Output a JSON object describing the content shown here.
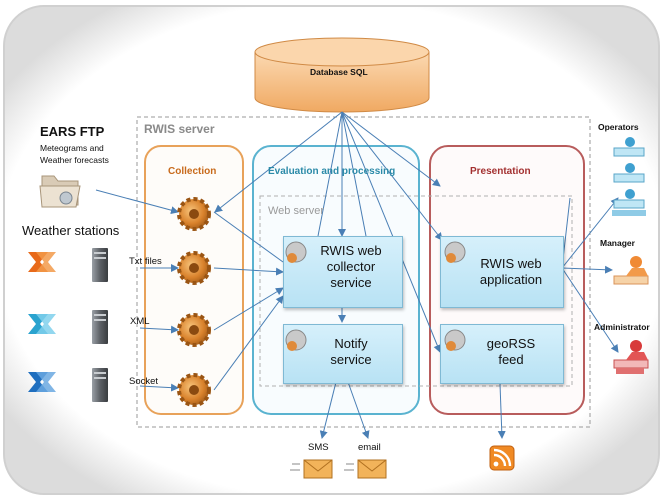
{
  "database": {
    "label": "Database SQL"
  },
  "rwis_server": {
    "label": "RWIS server"
  },
  "web_server": {
    "label": "Web server"
  },
  "ears_ftp": {
    "title": "EARS FTP",
    "subtitle_line1": "Meteograms and",
    "subtitle_line2": "Weather forecasts"
  },
  "weather_stations": {
    "title": "Weather stations"
  },
  "inputs": [
    {
      "label": "Txt files"
    },
    {
      "label": "XML"
    },
    {
      "label": "Socket"
    }
  ],
  "sections": {
    "collection": "Collection",
    "evaluation": "Evaluation and processing",
    "presentation": "Presentation"
  },
  "services": {
    "collector_line1": "RWIS web",
    "collector_line2": "collector",
    "collector_line3": "service",
    "notify_line1": "Notify",
    "notify_line2": "service",
    "webapp_line1": "RWIS web",
    "webapp_line2": "application",
    "georss_line1": "geoRSS",
    "georss_line2": "feed"
  },
  "outputs": {
    "sms": "SMS",
    "email": "email"
  },
  "roles": {
    "operators": "Operators",
    "manager": "Manager",
    "administrator": "Administrator"
  },
  "colors": {
    "collection": "#e8a25a",
    "evaluation": "#5ab3d0",
    "presentation": "#b85c5c",
    "service_fill": "#c4e8f7",
    "database": "#f6c08a",
    "arrow": "#4a7fb5",
    "rss": "#f08a24"
  }
}
